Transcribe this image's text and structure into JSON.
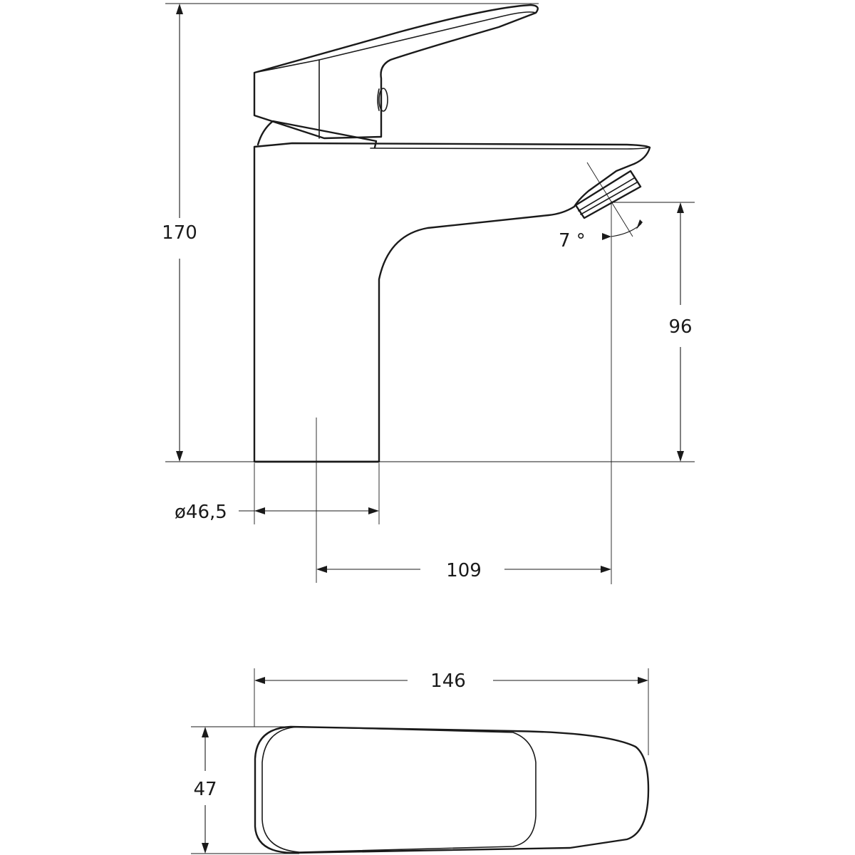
{
  "dimensions": {
    "overall_height": "170",
    "spout_height": "96",
    "angle": "7 °",
    "base_diameter": "ø46,5",
    "spout_reach": "109",
    "top_length": "146",
    "top_width": "47"
  }
}
